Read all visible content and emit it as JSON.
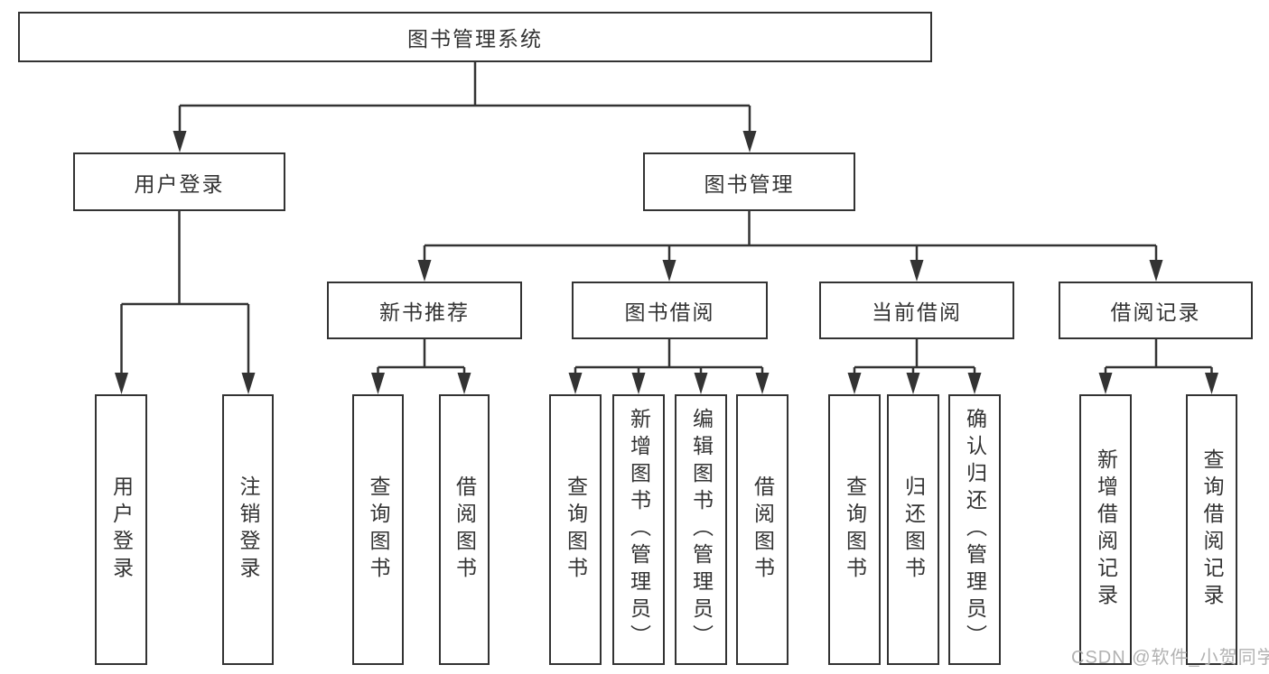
{
  "diagram_title": "图书管理系统",
  "root": {
    "label": "图书管理系统"
  },
  "level2": [
    {
      "label": "用户登录"
    },
    {
      "label": "图书管理"
    }
  ],
  "level3": [
    {
      "label": "新书推荐",
      "parent": "图书管理"
    },
    {
      "label": "图书借阅",
      "parent": "图书管理"
    },
    {
      "label": "当前借阅",
      "parent": "图书管理"
    },
    {
      "label": "借阅记录",
      "parent": "图书管理"
    }
  ],
  "leaves": [
    {
      "label": "用户登录",
      "parent": "用户登录"
    },
    {
      "label": "注销登录",
      "parent": "用户登录"
    },
    {
      "label": "查询图书",
      "parent": "新书推荐"
    },
    {
      "label": "借阅图书",
      "parent": "新书推荐"
    },
    {
      "label": "查询图书",
      "parent": "图书借阅"
    },
    {
      "label": "新增图书（管理员）",
      "parent": "图书借阅"
    },
    {
      "label": "编辑图书（管理员）",
      "parent": "图书借阅"
    },
    {
      "label": "借阅图书",
      "parent": "图书借阅"
    },
    {
      "label": "查询图书",
      "parent": "当前借阅"
    },
    {
      "label": "归还图书",
      "parent": "当前借阅"
    },
    {
      "label": "确认归还（管理员）",
      "parent": "当前借阅"
    },
    {
      "label": "新增借阅记录",
      "parent": "借阅记录"
    },
    {
      "label": "查询借阅记录",
      "parent": "借阅记录"
    }
  ],
  "watermark": {
    "text": "CSDN @软件_小贺同学"
  },
  "colors": {
    "line": "#333333",
    "box_border": "#333333",
    "box_background": "#ffffff",
    "text": "#333333",
    "watermark": "#b2b2b2",
    "page_background": "#ffffff"
  }
}
